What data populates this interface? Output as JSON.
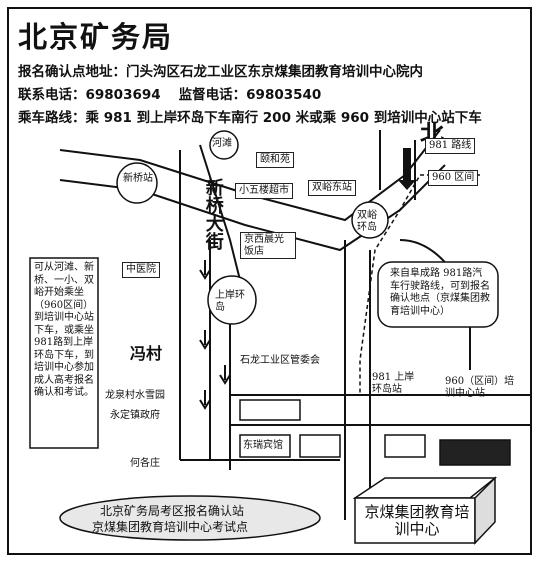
{
  "header": {
    "title": "北京矿务局",
    "address": "报名确认点地址：门头沟区石龙工业区东京煤集团教育培训中心院内",
    "phone_label": "联系电话：69803694",
    "supervise_label": "监督电话：69803540",
    "route": "乘车路线：乘 981 到上岸环岛下车南行 200 米或乘 960 到培训中心站下车"
  },
  "map": {
    "north_label": "北",
    "bus_981": "981 路线",
    "bus_960": "960 区间",
    "place_hetan": "河滩",
    "place_xinqiao": "新桥站",
    "place_xinqiao_street": "新桥大街",
    "place_shanghai": "颐和苑",
    "place_xiaowu": "小五楼超市",
    "place_shuangyu": "双峪东站",
    "place_shuangyu_ring": "双峪环岛",
    "place_jingxi": "京西晨光饭店",
    "place_hospital": "中医院",
    "place_shangan_ring": "上岸环岛",
    "place_fengcun": "冯村",
    "place_shilong": "石龙工业区管委会",
    "place_longquan": "龙泉村水雪园",
    "place_yongding": "永定镇政府",
    "place_hegezhuang": "何各庄",
    "place_981_stop": "981 上岸环岛站",
    "place_960_stop": "960（区间）培训中心站",
    "place_hotel": "东瑞宾馆",
    "note_left": "可从河滩、新桥、一小、双峪开始乘坐（960区间）到培训中心站下车，或乘坐981路到上岸环岛下车，到培训中心参加成人高考报名确认和考试。",
    "note_right": "来自阜成路 981路汽车行驶路线，可到报名确认地点（京煤集团教育培训中心）",
    "bottom_callout_line1": "北京矿务局考区报名确认站",
    "bottom_callout_line2": "京煤集团教育培训中心考试点",
    "building_label": "京煤集团教育培训中心"
  }
}
